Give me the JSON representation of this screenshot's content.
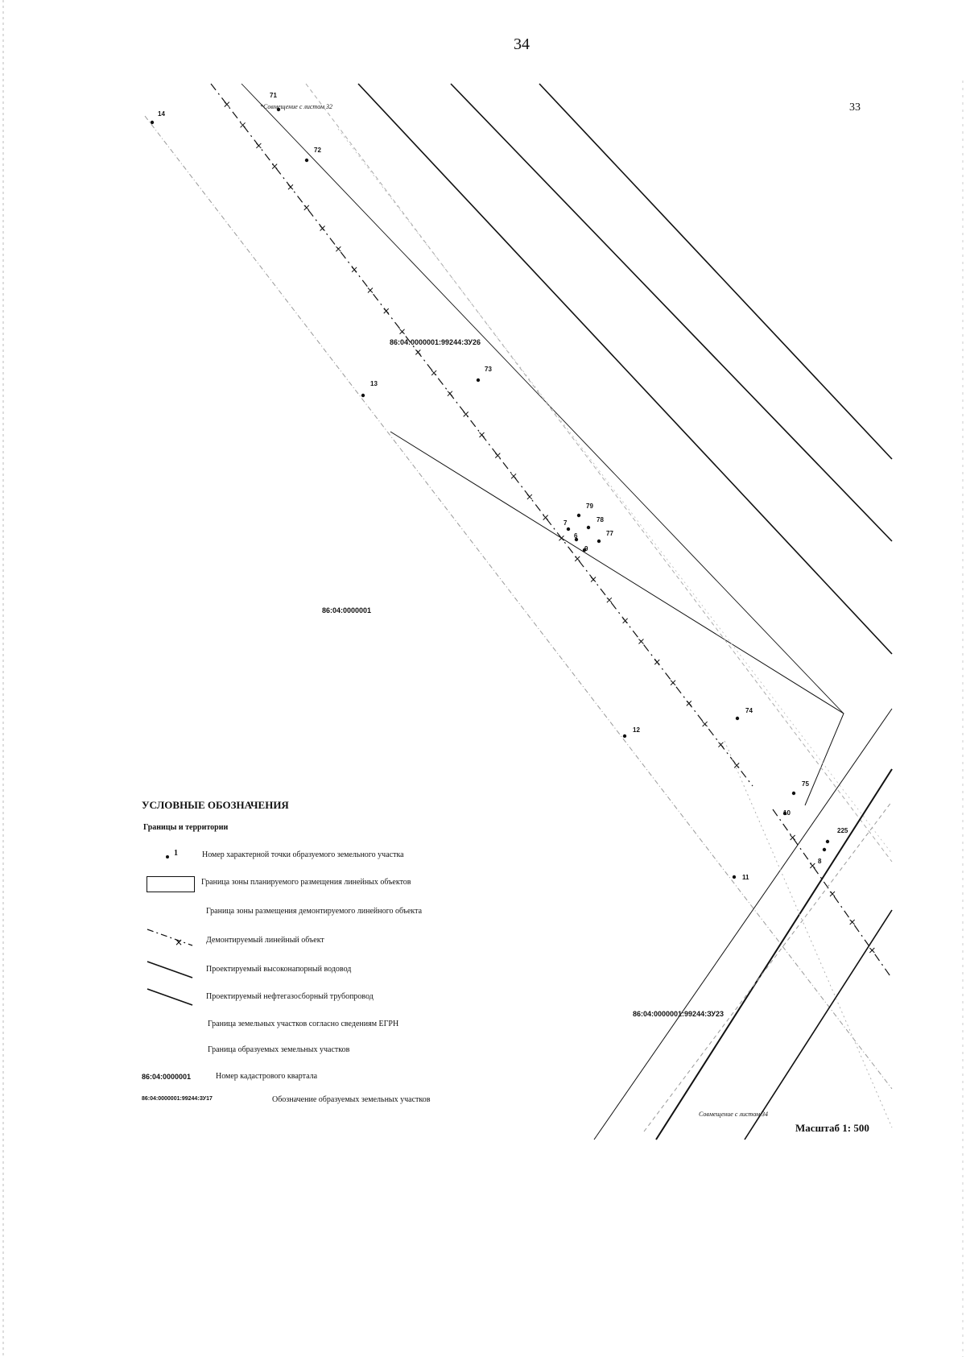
{
  "page": {
    "number": "34",
    "adjacent_sheet": "33"
  },
  "map_labels": {
    "note_top": "*Совмещение с листом 32",
    "note_bottom": "Совмещение с листом 34",
    "cadastral_quarter": "86:04:0000001",
    "parcel_top": "86:04:0000001:99244:ЗУ26",
    "parcel_bottom": "86:04:0000001:99244:ЗУ23",
    "scale": "Масштаб 1: 500"
  },
  "points": [
    {
      "id": "p14",
      "label": "14"
    },
    {
      "id": "p71",
      "label": "71"
    },
    {
      "id": "p72",
      "label": "72"
    },
    {
      "id": "p73",
      "label": "73"
    },
    {
      "id": "p13",
      "label": "13"
    },
    {
      "id": "p79",
      "label": "79"
    },
    {
      "id": "p78",
      "label": "78"
    },
    {
      "id": "p7",
      "label": "7"
    },
    {
      "id": "p77",
      "label": "77"
    },
    {
      "id": "p6",
      "label": "6"
    },
    {
      "id": "p9",
      "label": "9"
    },
    {
      "id": "p74",
      "label": "74"
    },
    {
      "id": "p12",
      "label": "12"
    },
    {
      "id": "p75",
      "label": "75"
    },
    {
      "id": "p10",
      "label": "10"
    },
    {
      "id": "p225",
      "label": "225"
    },
    {
      "id": "p8",
      "label": "8"
    },
    {
      "id": "p11",
      "label": "11"
    }
  ],
  "legend": {
    "title": "УСЛОВНЫЕ ОБОЗНАЧЕНИЯ",
    "subtitle": "Границы и территории",
    "items": [
      {
        "key": "point",
        "symbol": "1",
        "text": "Номер характерной точки образуемого земельного участка"
      },
      {
        "key": "zone",
        "text": "Граница зоны планируемого размещения линейных объектов"
      },
      {
        "key": "demount_zone",
        "text": "Граница зоны размещения демонтируемого линейного объекта"
      },
      {
        "key": "demount_obj",
        "text": "Демонтируемый линейный объект"
      },
      {
        "key": "water",
        "text": "Проектируемый высоконапорный водовод"
      },
      {
        "key": "oil",
        "text": "Проектируемый нефтегазосборный трубопровод"
      },
      {
        "key": "egrn",
        "text": "Граница земельных участков согласно сведениям ЕГРН"
      },
      {
        "key": "formed",
        "text": "Граница образуемых земельных участков"
      },
      {
        "key": "cad",
        "code": "86:04:0000001",
        "text": "Номер кадастрового квартала"
      },
      {
        "key": "parcel",
        "code": "86:04:0000001:99244:ЗУ17",
        "text": "Обозначение образуемых земельных участков"
      }
    ]
  },
  "colors": {
    "ink": "#111111",
    "grey": "#9a9a9a",
    "paper": "#ffffff"
  }
}
